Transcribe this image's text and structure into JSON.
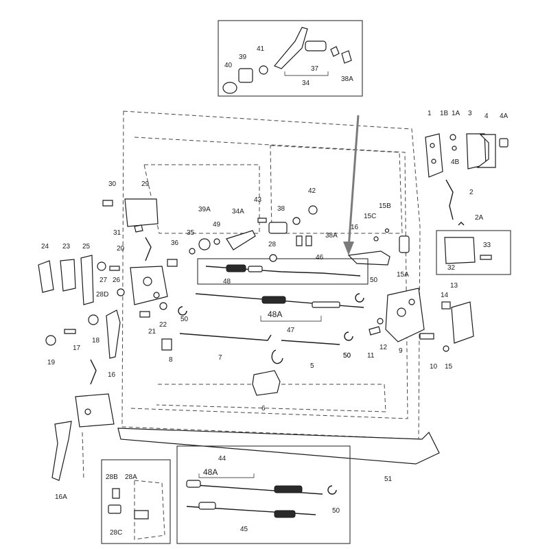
{
  "diagram": {
    "labels": {
      "l1": "1",
      "l1B": "1B",
      "l1A": "1A",
      "l3": "3",
      "l4": "4",
      "l4A": "4A",
      "l4B": "4B",
      "l2": "2",
      "l2A": "2A",
      "l32": "32",
      "l33": "33",
      "l13": "13",
      "l14": "14",
      "l10": "10",
      "l15": "15",
      "l9": "9",
      "l11": "11",
      "l12": "12",
      "l50c": "50",
      "l50d": "50",
      "l15A": "15A",
      "l15B": "15B",
      "l15C": "15C",
      "l16a": "16",
      "l38A": "38A",
      "l38": "38",
      "l42": "42",
      "l43": "43",
      "l34A": "34A",
      "l39A": "39A",
      "l49": "49",
      "l35": "35",
      "l36": "36",
      "l28": "28",
      "l46": "46",
      "l48": "48",
      "l50a": "50",
      "l48A": "48A",
      "l47": "47",
      "l7": "7",
      "l5": "5",
      "l6": "6",
      "l50b": "50",
      "l30": "30",
      "l29": "29",
      "l31": "31",
      "l20": "20",
      "l24": "24",
      "l23": "23",
      "l25": "25",
      "l27": "27",
      "l26": "26",
      "l28D": "28D",
      "l21": "21",
      "l22": "22",
      "l8": "8",
      "l19": "19",
      "l17": "17",
      "l18": "18",
      "l16b": "16",
      "l16A": "16A",
      "l51": "51",
      "top40": "40",
      "top39": "39",
      "top41": "41",
      "top37": "37",
      "top38A": "38A",
      "top34": "34",
      "b44": "44",
      "b48A": "48A",
      "b50": "50",
      "b45": "45",
      "b28B": "28B",
      "b28A": "28A",
      "b28C": "28C"
    },
    "callout_color": "#7a7a7a",
    "line_color": "#1a1a1a"
  }
}
